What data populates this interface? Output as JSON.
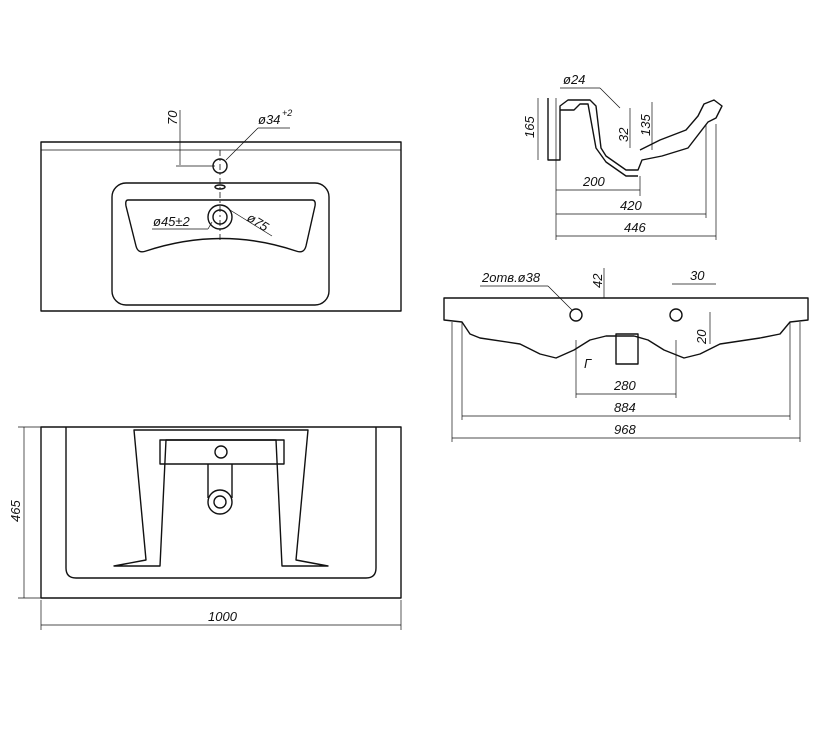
{
  "labels": {
    "top_70": "70",
    "top_d34": "ø34",
    "top_d34_tol": "+2",
    "top_d45": "ø45±2",
    "top_d75": "ø75",
    "side_d24": "ø24",
    "side_165": "165",
    "side_32": "32",
    "side_135": "135",
    "side_200": "200",
    "side_420": "420",
    "side_446": "446",
    "front_holes": "2отв.ø38",
    "front_42": "42",
    "front_30": "30",
    "front_20": "20",
    "front_g": "Г",
    "front_280": "280",
    "front_884": "884",
    "front_968": "968",
    "bottom_465": "465",
    "bottom_1000": "1000"
  }
}
